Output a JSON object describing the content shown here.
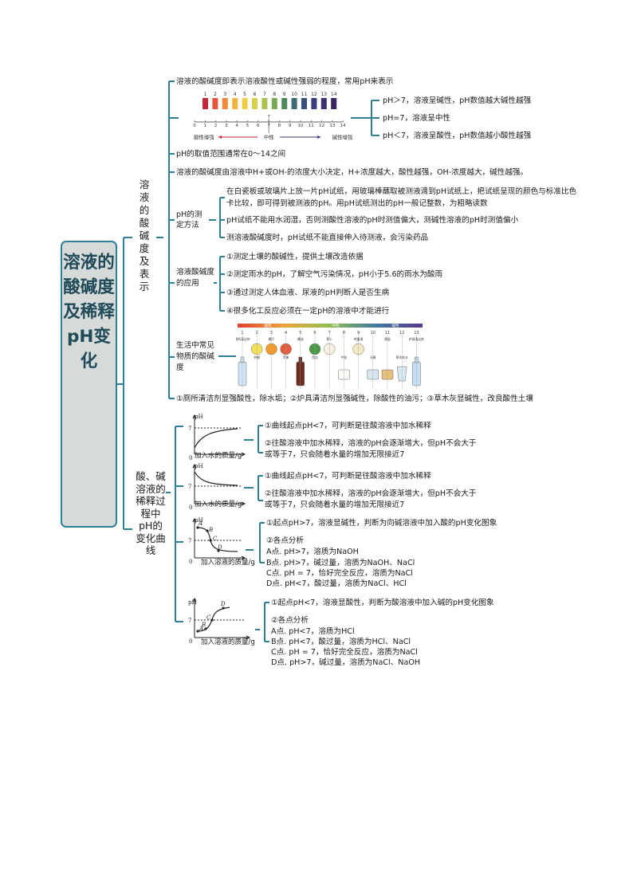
{
  "title": "溶液的酸碱度及稀释pH变化",
  "branch1": {
    "label": "溶液的酸碱度及表示",
    "def": "溶液的酸碱度即表示溶液酸性或碱性强弱的程度，常用pH来表示",
    "ph_strip": {
      "colors": [
        "#c8253b",
        "#e8553a",
        "#f08a38",
        "#f2b23e",
        "#eecb48",
        "#d7d04e",
        "#a9c24e",
        "#7aa857",
        "#4e8a5c",
        "#3b6b73",
        "#39507e",
        "#3a3c7e",
        "#3e2f72",
        "#3a2566"
      ],
      "color_labels": [
        "1",
        "2",
        "3",
        "4",
        "5",
        "6",
        "7",
        "8",
        "9",
        "10",
        "11",
        "12",
        "13",
        "14"
      ],
      "scale_labels": [
        "0",
        "1",
        "2",
        "3",
        "4",
        "5",
        "6",
        "7",
        "8",
        "9",
        "10",
        "11",
        "12",
        "13",
        "14"
      ],
      "mid_mark": "7",
      "acid_label": "酸性增强",
      "neutral_label": "中性",
      "base_label": "碱性增强"
    },
    "ph_rules": [
      "pH＞7，溶液呈碱性，pH数值越大碱性越强",
      "pH=7，溶液呈中性",
      "pH＜7，溶液呈酸性，pH数值越小酸性越强"
    ],
    "range": "pH的取值范围通常在0～14之间",
    "determine": "溶液的酸碱度由溶液中H+或OH-的浓度大小决定，H+浓度越大，酸性越强，OH-浓度越大，碱性越强。",
    "method_label": "pH的测定方法",
    "method_items": [
      "在白瓷板或玻璃片上放一片pH试纸，用玻璃棒蘸取被测液滴到pH试纸上，把试纸呈现的颜色与标准比色卡比较，即可得到被测液的pH。用pH试纸测出的pH一般记整数，为粗略读数",
      "pH试纸不能用水润湿，否则测酸性溶液的pH时测值偏大，测碱性溶液的pH时测值偏小",
      "测溶液酸碱度时，pH试纸不能直接伸入待测液，会污染药品"
    ],
    "apply_label": "溶液酸碱度的应用",
    "apply_items": [
      "①测定土壤的酸碱性，提供土壤改造依据",
      "②测定雨水的pH，了解空气污染情况，pH小于5.6的雨水为酸雨",
      "③通过测定人体血液、尿液的pH判断人是否生病",
      "④很多化工反应必须在一定pH的溶液中才能进行"
    ],
    "life_label": "生活中常见物质的酸碱度",
    "life_scale": {
      "band_labels": [
        "酸性",
        "中性",
        "碱性"
      ],
      "ticks": [
        "1",
        "2",
        "3",
        "4",
        "5",
        "6",
        "7",
        "8",
        "9",
        "10",
        "11",
        "12",
        "13"
      ],
      "items": [
        "厕所清洁剂",
        "柠檬",
        "橘子",
        "苹果",
        "酱油",
        "西瓜",
        "萝卜",
        "牛奶",
        "鸡蛋清",
        "牙膏",
        "肥皂",
        "草木灰水",
        "炉具清洁剂"
      ]
    },
    "summary": "①厕所清洁剂显强酸性，除水垢；②炉具清洁剂显强碱性，除酸性的油污；③草木灰显碱性，改良酸性土壤"
  },
  "branch2": {
    "label": "酸、碱溶液的稀释过程中pH的变化曲线",
    "graphs": [
      {
        "y_label": "pH",
        "mark_7": "7",
        "origin": "0",
        "x_label": "加入水的质量/g",
        "notes": [
          "①曲线起点pH<7，可判断是往酸溶液中加水稀释",
          "②往酸溶液中加水稀释，溶液的pH会逐渐增大，但pH不会大于或等于7，只会随着水量的增加无限接近7"
        ]
      },
      {
        "y_label": "pH",
        "mark_7": "7",
        "origin": "0",
        "x_label": "加入水的质量/g",
        "notes": [
          "①曲线起点pH<7，可判断是往酸溶液中加水稀释",
          "②往酸溶液中加水稀释，溶液的pH会逐渐增大，但pH不会大于或等于7，只会随着水量的增加无限接近7"
        ]
      },
      {
        "y_label": "pH",
        "mark_7": "7",
        "origin": "0",
        "x_label": "加入溶液的质量/g",
        "points": [
          "A",
          "B",
          "C",
          "D"
        ],
        "notes": [
          "①起点pH>7，溶液显碱性，判断为向碱溶液中加入酸的pH变化图象",
          "②各点分析",
          "A点. pH>7，溶质为NaOH",
          "B点. pH>7，碱过量，溶质为NaOH、NaCl",
          "C点. pH = 7，恰好完全反应，溶质为NaCl",
          "D点. pH<7，酸过量，溶质为NaCl、HCl"
        ]
      },
      {
        "y_label": "pH",
        "mark_7": "7",
        "origin": "0",
        "x_label": "加入溶液的质量/g",
        "points": [
          "A",
          "B",
          "C",
          "D"
        ],
        "notes": [
          "①起点pH<7，溶液显酸性，判断为酸溶液中加入碱的pH变化图象",
          "②各点分析",
          "A点. pH<7，溶质为HCl",
          "B点. pH<7，酸过量，溶质为HCl、NaCl",
          "C点. pH = 7，恰好完全反应，溶质为NaCl",
          "D点. pH>7，碱过量，溶质为NaCl、NaOH"
        ]
      }
    ]
  },
  "colors": {
    "wire": "#2f7e99",
    "title_bg": "#d6dad8",
    "title_text": "#1f4a5a"
  }
}
